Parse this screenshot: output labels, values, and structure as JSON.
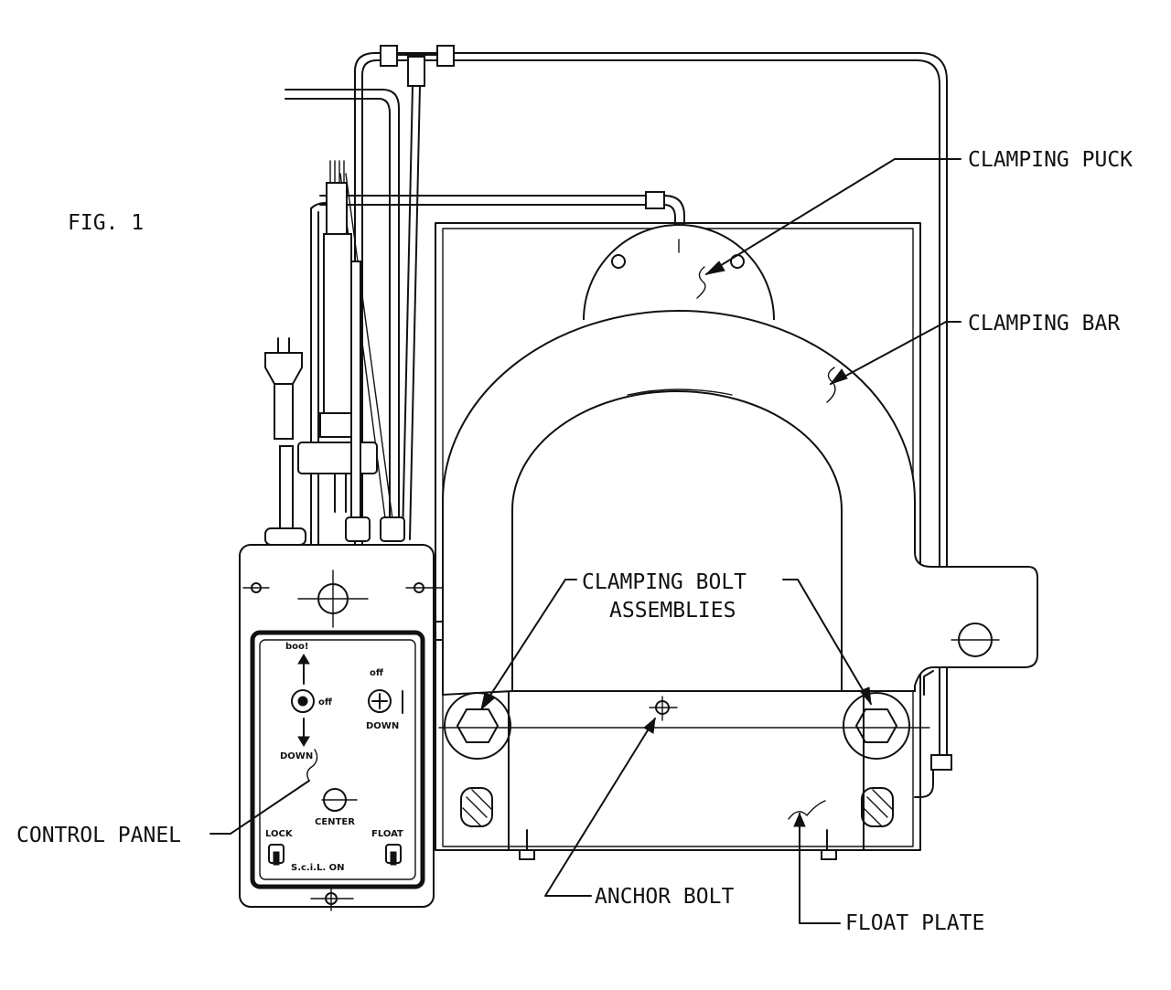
{
  "figure": {
    "label": "FIG. 1"
  },
  "callouts": {
    "clamping_puck": "CLAMPING PUCK",
    "clamping_bar": "CLAMPING BAR",
    "clamping_bolt_line1": "CLAMPING BOLT",
    "clamping_bolt_line2": "ASSEMBLIES",
    "control_panel": "CONTROL PANEL",
    "anchor_bolt": "ANCHOR BOLT",
    "float_plate": "FLOAT PLATE"
  },
  "panel": {
    "up_label": "boo!",
    "off_label_left": "off",
    "off_label_right": "off",
    "down_label_left": "DOWN",
    "down_label_right": "DOWN",
    "center_label": "CENTER",
    "lock_label": "LOCK",
    "float_label": "FLOAT",
    "maker_label": "S.c.i.L. ON"
  }
}
